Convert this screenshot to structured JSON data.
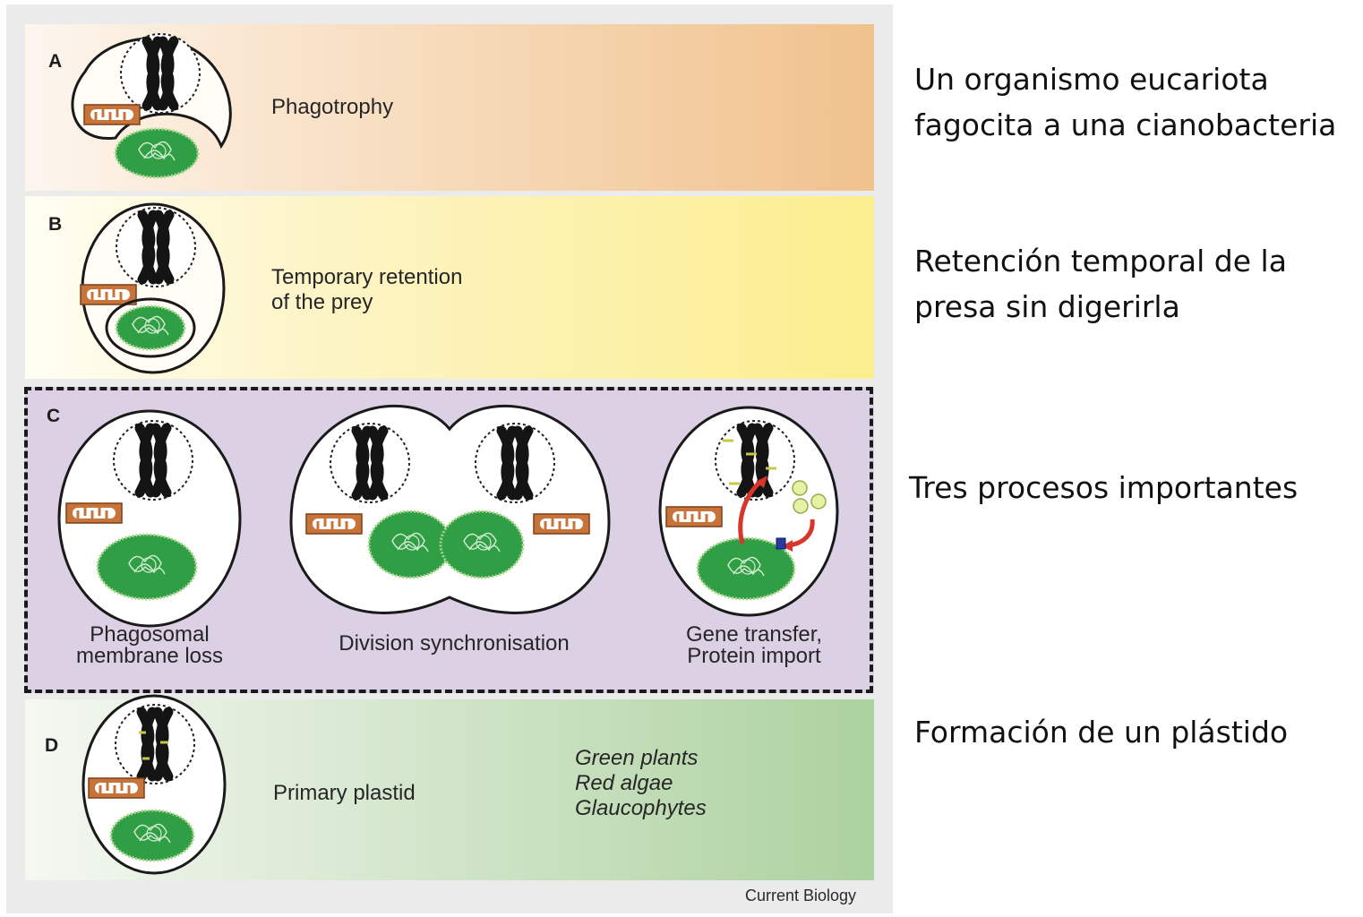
{
  "figure": {
    "panels": {
      "a": {
        "letter": "A",
        "label": "Phagotrophy"
      },
      "b": {
        "letter": "B",
        "label_line1": "Temporary retention",
        "label_line2": "of the prey"
      },
      "c": {
        "letter": "C",
        "step1_line1": "Phagosomal",
        "step1_line2": "membrane loss",
        "step2": "Division synchronisation",
        "step3_line1": "Gene transfer,",
        "step3_line2": "Protein import"
      },
      "d": {
        "letter": "D",
        "label": "Primary plastid",
        "groups": [
          "Green plants",
          "Red algae",
          "Glaucophytes"
        ]
      }
    },
    "credit": "Current Biology"
  },
  "annotations": {
    "a_line1": "Un organismo eucariota",
    "a_line2": "fagocita a una cianobacteria",
    "b_line1": "Retención temporal de la",
    "b_line2": "presa sin digerirla",
    "c": "Tres procesos importantes",
    "d": "Formación de un plástido"
  },
  "colors": {
    "panel_a": "#f0c28d",
    "panel_b": "#fbee8e",
    "panel_c": "#dcd0e4",
    "panel_d": "#acd29f",
    "cyanobacterium": "#2f9e44",
    "mitochondrion": "#c8733a",
    "arrow": "#d8352b"
  }
}
